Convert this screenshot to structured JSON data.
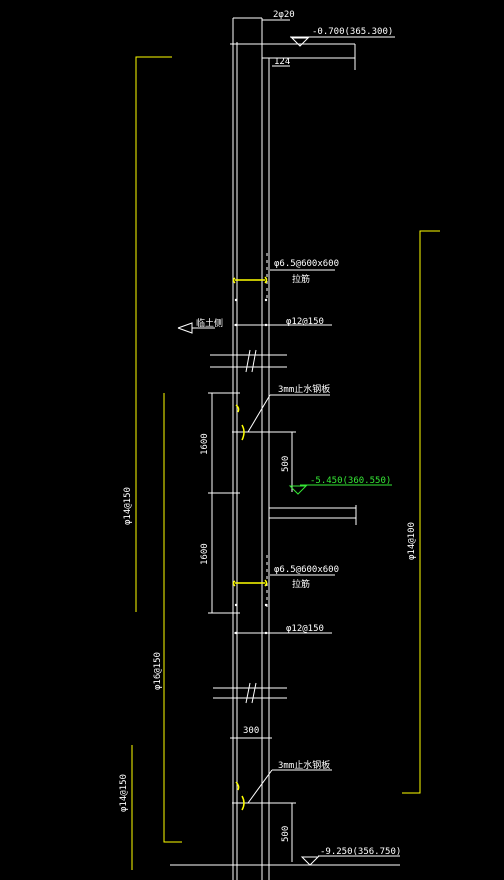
{
  "colors": {
    "background": "#000000",
    "line_white": "#ffffff",
    "line_yellow": "#ffff00",
    "elevation_green": "#35e835"
  },
  "labels": {
    "top_rebar": "2φ20",
    "elev_top": "-0.700(365.300)",
    "top_small": "124",
    "tie_top_1": "φ6.5@600x600",
    "tie_top_2": "拉筋",
    "horiz_top": "φ12@150",
    "left_note": "临土侧",
    "waterstop_top": "3mm止水钢板",
    "dim_1600_a": "1600",
    "dim_500_a": "500",
    "elev_mid": "-5.450(360.550)",
    "dim_1600_b": "1600",
    "tie_mid_1": "φ6.5@600x600",
    "tie_mid_2": "拉筋",
    "horiz_mid": "φ12@150",
    "left_rebar_1": "φ14@150",
    "right_rebar": "φ14@100",
    "left_rebar_2": "φ16@150",
    "dim_300": "300",
    "waterstop_bot": "3mm止水钢板",
    "left_rebar_3": "φ14@150",
    "dim_500_b": "500",
    "elev_bot": "-9.250(356.750)"
  }
}
